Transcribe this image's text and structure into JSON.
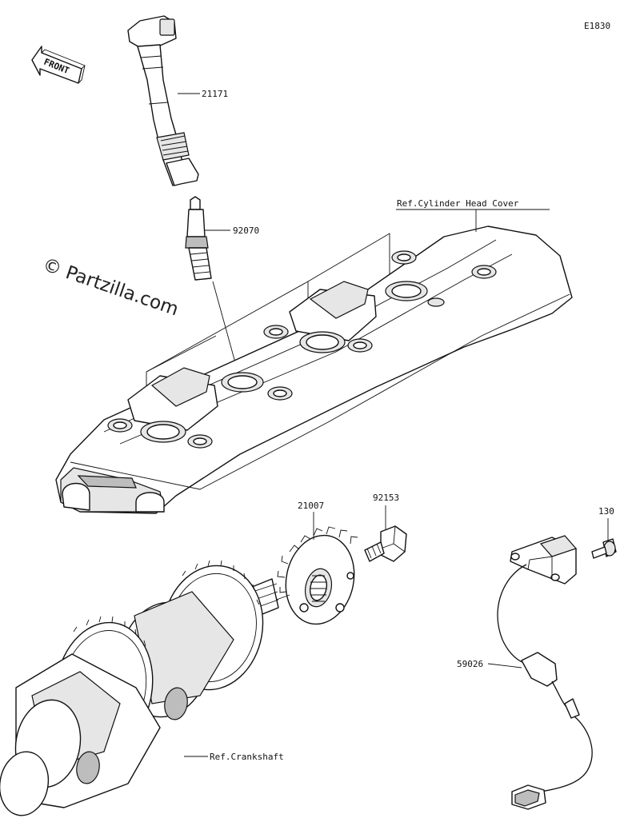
{
  "diagram": {
    "code": "E1830",
    "watermark": "© Partzilla.com",
    "front_label": "FRONT",
    "labels": {
      "ignition_coil": "21171",
      "spark_plug": "92070",
      "cylinder_head_cover_ref": "Ref.Cylinder Head Cover",
      "rotor": "21007",
      "rotor_bolt": "92153",
      "sensor_bolt": "130",
      "crank_sensor": "59026",
      "crankshaft_ref": "Ref.Crankshaft"
    }
  }
}
